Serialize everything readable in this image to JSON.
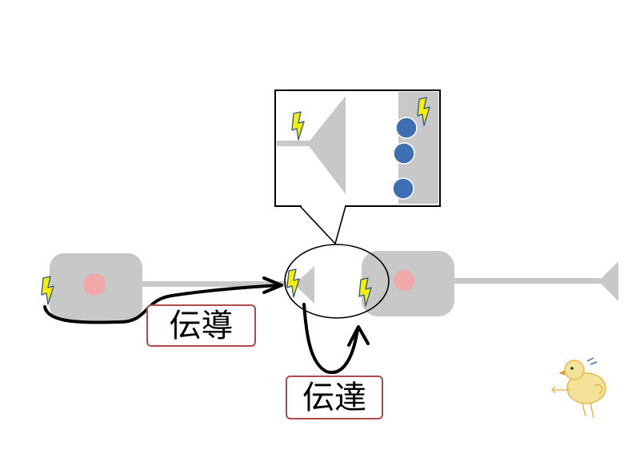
{
  "labels": {
    "conduction": "伝導",
    "transmission": "伝達"
  },
  "colors": {
    "neuron_body": "#c8c8c8",
    "nucleus": "#f0a8a8",
    "vesicle": "#3f6fb3",
    "spark_fill": "#f5f000",
    "spark_outline": "#2f5597",
    "arrow": "#000000",
    "label_border": "#b04a4a"
  },
  "icons": {
    "impulse": "lightning-bolt-icon",
    "mascot": "yellow-chick-drawing"
  }
}
